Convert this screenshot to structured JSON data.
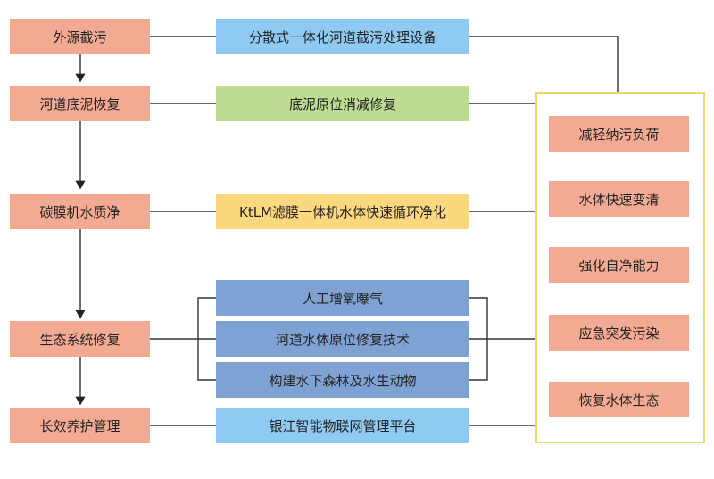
{
  "steps": [
    "外源截污",
    "河道底泥恢复",
    "碳膜机水质净",
    "生态系统修复",
    "长效养护管理"
  ],
  "methods": {
    "interception": "分散式一体化河道截污处理设备",
    "sediment": "底泥原位消减修复",
    "ktlm": "KtLM滤膜一体机水体快速循环净化",
    "eco": [
      "人工增氧曝气",
      "河道水体原位修复技术",
      "构建水下森林及水生动物"
    ],
    "platform": "银江智能物联网管理平台"
  },
  "effects": [
    "减轻纳污负荷",
    "水体快速变清",
    "强化自净能力",
    "应急突发污染",
    "恢复水体生态"
  ]
}
